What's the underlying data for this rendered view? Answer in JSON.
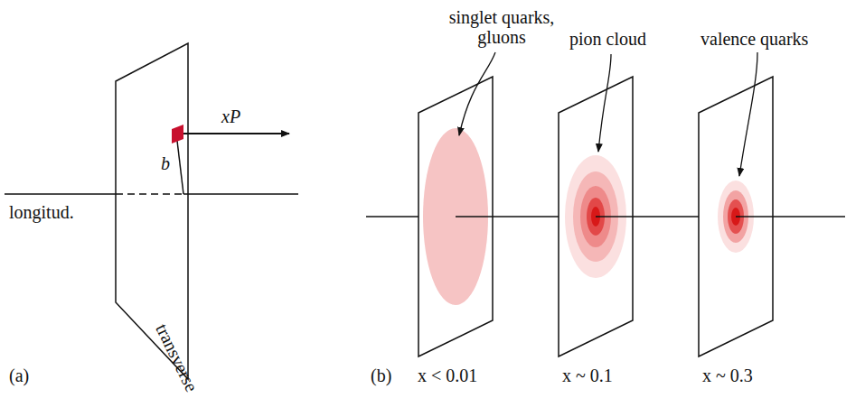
{
  "diagram": {
    "labels": [
      "longitud.",
      "transverse",
      "b",
      "xP",
      "(a)",
      "singlet quarks, gluons",
      "pion cloud",
      "valence quarks",
      "(b)",
      "x < 0.01",
      "x ~ 0.1",
      "x ~ 0.3"
    ]
  }
}
